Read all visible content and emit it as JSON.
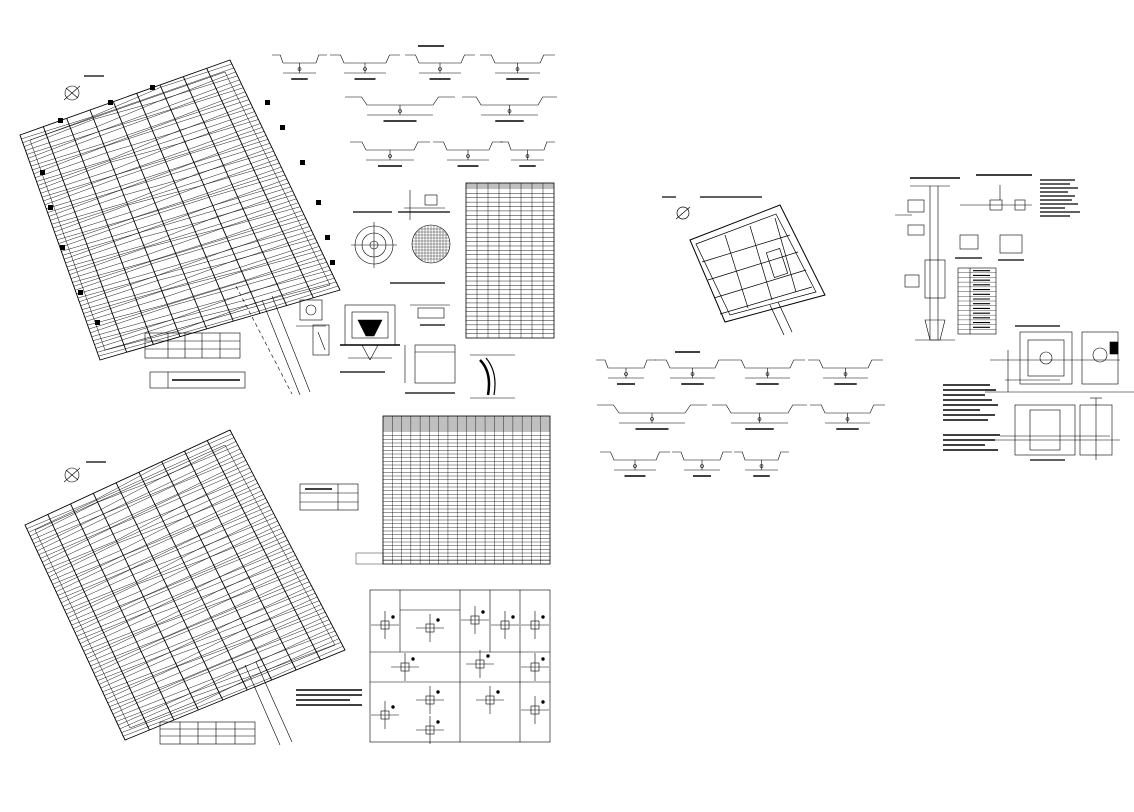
{
  "sheet": {
    "background": "#ffffff",
    "ink": "#000000",
    "note": ""
  },
  "drawings": [
    {
      "id": "site-plan-top",
      "kind": "site-plan"
    },
    {
      "id": "site-plan-bottom",
      "kind": "site-plan"
    },
    {
      "id": "site-plan-middle",
      "kind": "site-plan"
    },
    {
      "id": "profiles-top",
      "kind": "road-profiles"
    },
    {
      "id": "profiles-middle",
      "kind": "road-profiles"
    },
    {
      "id": "manhole-details",
      "kind": "details"
    },
    {
      "id": "schedule-top",
      "kind": "table"
    },
    {
      "id": "schedule-large",
      "kind": "table"
    },
    {
      "id": "node-details-grid",
      "kind": "details"
    },
    {
      "id": "right-details",
      "kind": "details"
    }
  ]
}
